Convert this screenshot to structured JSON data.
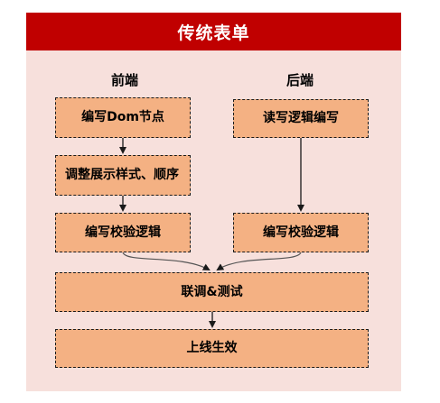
{
  "title": "传统表单",
  "columns": {
    "frontend": "前端",
    "backend": "后端"
  },
  "frontend_steps": {
    "step1": "编写Dom节点",
    "step2": "调整展示样式、顺序",
    "step3": "编写校验逻辑"
  },
  "backend_steps": {
    "step1": "读写逻辑编写",
    "step2": "编写校验逻辑"
  },
  "shared_steps": {
    "joint_debug": "联调&测试",
    "release": "上线生效"
  },
  "colors": {
    "header_bg": "#c00000",
    "panel_bg": "#f7e0dc",
    "box_fill": "#f4b183"
  }
}
